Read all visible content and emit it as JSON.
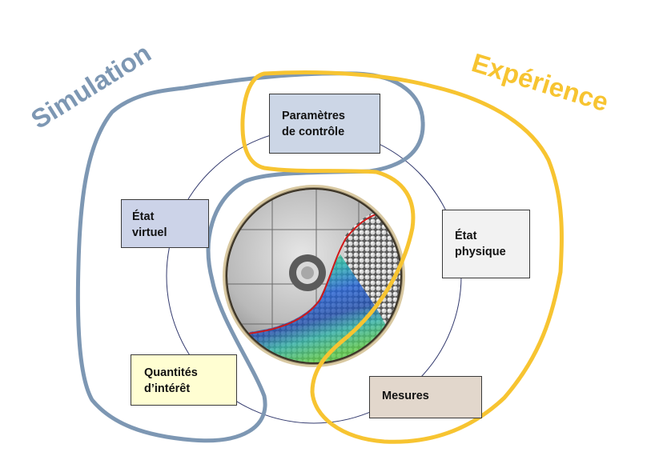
{
  "labels": {
    "simulation": "Simulation",
    "experience": "Expérience"
  },
  "boxes": {
    "parametres": "Paramètres\nde contrôle",
    "etat_virtuel": "État\nvirtuel",
    "etat_physique": "État\nphysique",
    "quantites": "Quantités\nd’intérêt",
    "mesures": "Mesures"
  },
  "colors": {
    "simulation": "#7d97b3",
    "experience": "#f7c431",
    "cycle_ring": "#333a6e"
  }
}
